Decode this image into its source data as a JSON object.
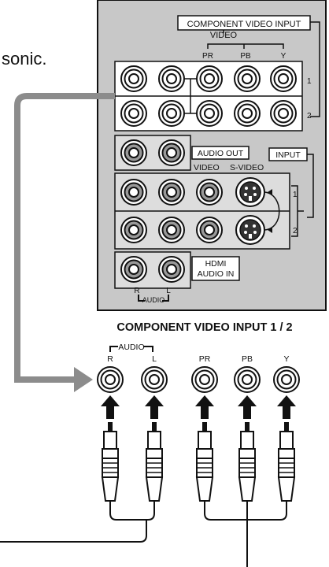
{
  "top_text": "sonic.",
  "panel": {
    "component_video_input": {
      "title": "COMPONENT VIDEO INPUT",
      "video_label": "VIDEO",
      "pr": "PR",
      "pb": "PB",
      "y": "Y",
      "row1_num": "1",
      "row2_num": "2"
    },
    "audio_out": "AUDIO OUT",
    "input_label": "INPUT",
    "video_label": "VIDEO",
    "s_video_label": "S-VIDEO",
    "input_row1_num": "1",
    "input_row2_num": "2",
    "hdmi_audio_in": [
      "HDMI",
      "AUDIO IN"
    ],
    "r": "R",
    "l": "L",
    "audio": "AUDIO"
  },
  "lower": {
    "title": "COMPONENT VIDEO INPUT 1 / 2",
    "audio": "AUDIO",
    "labels": [
      "R",
      "L",
      "PR",
      "PB",
      "Y"
    ]
  },
  "colors": {
    "panel_bg": "#c8c8c8",
    "arrow_gray": "#8c8c8c",
    "line": "#111111"
  }
}
